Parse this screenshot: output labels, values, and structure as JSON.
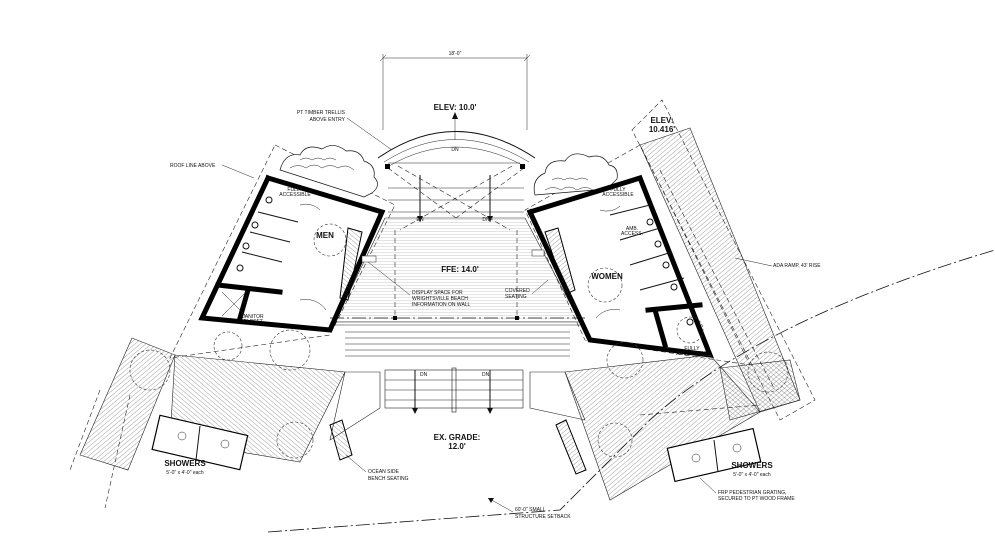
{
  "labels": {
    "dim_top": "18'-0\"",
    "elev_entry": "ELEV: 10.0'",
    "trellis": [
      "PT TIMBER TRELLIS",
      "ABOVE ENTRY"
    ],
    "roof_line": "ROOF LINE ABOVE",
    "elev_ramp": [
      "ELEV:",
      "10.416'"
    ],
    "fully_accessible_men": [
      "FULLY",
      "ACCESSIBLE"
    ],
    "fully_accessible_women": [
      "FULLY",
      "ACCESSIBLE"
    ],
    "fully_accessible_family": [
      "FULLY",
      "ACCESSIBLE"
    ],
    "amb_access": [
      "AMB.",
      "ACCESS."
    ],
    "men": "MEN",
    "women": "WOMEN",
    "ffe": "FFE: 14.0'",
    "display_space": [
      "DISPLAY SPACE FOR",
      "WRIGHTSVILLE BEACH",
      "INFORMATION ON WALL"
    ],
    "covered_seating": [
      "COVERED",
      "SEATING"
    ],
    "janitor": [
      "JANITOR",
      "CLOSET"
    ],
    "ada_ramp": "ADA RAMP, 43' RISE",
    "ex_grade": [
      "EX. GRADE:",
      "12.0'"
    ],
    "showers_left": [
      "SHOWERS",
      "5'-0\" x 4'-0\" each"
    ],
    "showers_right": [
      "SHOWERS",
      "5'-0\" x 4'-0\" each"
    ],
    "ocean_bench": [
      "OCEAN SIDE",
      "BENCH SEATING"
    ],
    "setback": [
      "60'-0\" SMALL",
      "STRUCTURE SETBACK"
    ],
    "frp_grating": [
      "FRP PEDESTRIAN GRATING,",
      "SECURED TO PT WOOD FRAME"
    ],
    "dn": "DN"
  }
}
